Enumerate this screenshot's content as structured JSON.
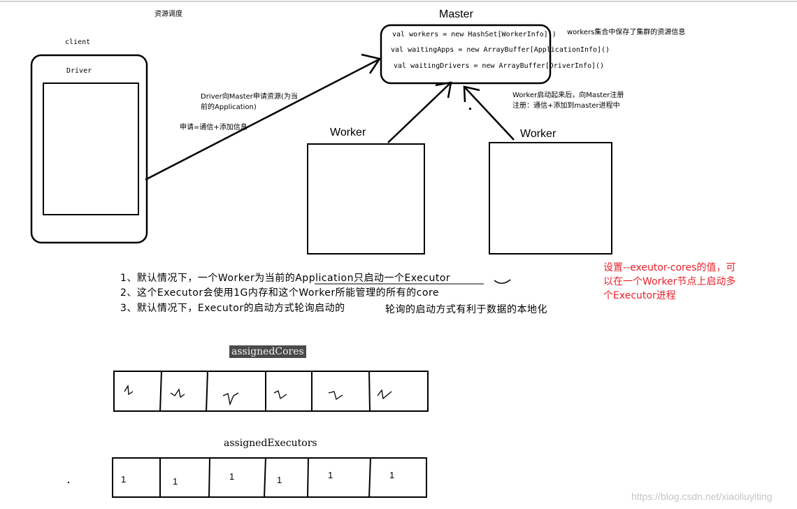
{
  "labels": {
    "resource_title": "资源调度",
    "client": "client",
    "driver": "Driver",
    "master": "Master",
    "worker_left": "Worker",
    "worker_right": "Worker",
    "master_code": [
      "val workers = new HashSet[WorkerInfo]()",
      "val waitingApps = new ArrayBuffer[ApplicationInfo]()",
      "val waitingDrivers = new ArrayBuffer[DriverInfo]()"
    ],
    "workers_note": "workers集合中保存了集群的资源信息",
    "driver_request_1": "Driver向Master申请资源(为当",
    "driver_request_2": "前的Application)",
    "apply_note": "申请=通信+添加信息",
    "worker_register_1": "Worker启动起来后，向Master注册",
    "worker_register_2": "注册：通信+添加到master进程中",
    "note_1": "1、默认情况下，一个Worker为当前的Application只启动一个Executor",
    "note_2": "2、这个Executor会使用1G内存和这个Worker所能管理的所有的core",
    "note_3": "3、默认情况下，Executor的启动方式轮询启动的",
    "note_3b": "轮询的启动方式有利于数据的本地化",
    "red_note": "设置--exeutor-cores的值，可以在一个Worker节点上启动多个Executor进程",
    "assigned_cores": "assignedCores",
    "assigned_executors": "assignedExecutors",
    "executor_values": [
      "1",
      "1",
      "1",
      "1",
      "1",
      "1"
    ],
    "watermark": "https://blog.csdn.net/xiaoliuyiting"
  },
  "colors": {
    "red_note": "#e8202a",
    "highlight_bg": "#4a4a4a",
    "stroke": "#000000"
  }
}
